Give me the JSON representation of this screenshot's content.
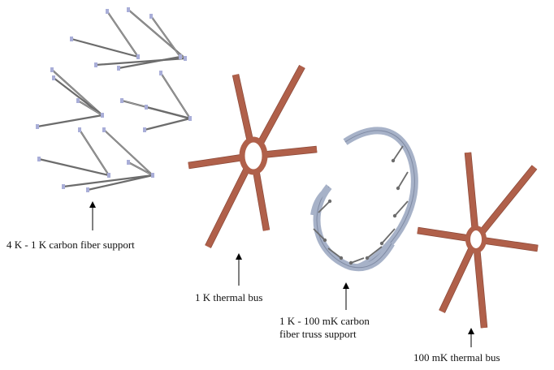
{
  "labels": {
    "support_4k_1k": "4 K - 1 K carbon fiber support",
    "thermal_bus_1k": "1 K thermal bus",
    "truss_line1": "1 K - 100 mK carbon",
    "truss_line2": "fiber truss support",
    "thermal_bus_100mk": "100 mK thermal bus"
  },
  "colors": {
    "thermal_bus": "#b0604a",
    "thermal_bus_edge": "#8a4838",
    "ring": "#a7b2c8",
    "ring_edge": "#7f8aa3",
    "strut": "#6c6c6c",
    "strut_highlight": "#a9a9a9",
    "bracket": "#a9aed8",
    "arrow": "#000000"
  }
}
